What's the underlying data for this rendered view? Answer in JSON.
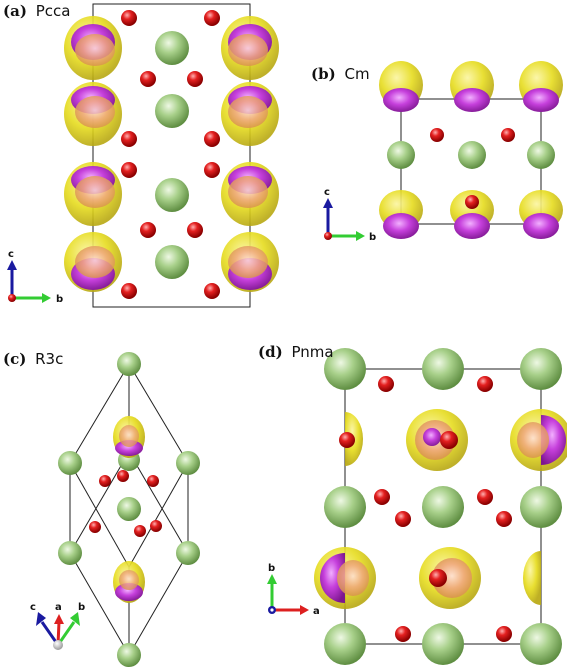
{
  "panels": [
    {
      "id": "a",
      "letter": "(a)",
      "name": "Pcca",
      "axes": [
        "c",
        "b"
      ]
    },
    {
      "id": "b",
      "letter": "(b)",
      "name": "Cm",
      "axes": [
        "c",
        "b"
      ]
    },
    {
      "id": "c",
      "letter": "(c)",
      "name": "R3c",
      "axes": [
        "c",
        "a",
        "b"
      ]
    },
    {
      "id": "d",
      "letter": "(d)",
      "name": "Pnma",
      "axes": [
        "b",
        "a"
      ]
    }
  ],
  "colors": {
    "green_atom": "#8fbf6a",
    "red_atom": "#e01818",
    "magenta_atom": "#c040d0",
    "isosurface": "#e6dc1e",
    "axis_blue": "#1a1aa0",
    "axis_green": "#33cc33",
    "axis_red": "#dd2020"
  }
}
